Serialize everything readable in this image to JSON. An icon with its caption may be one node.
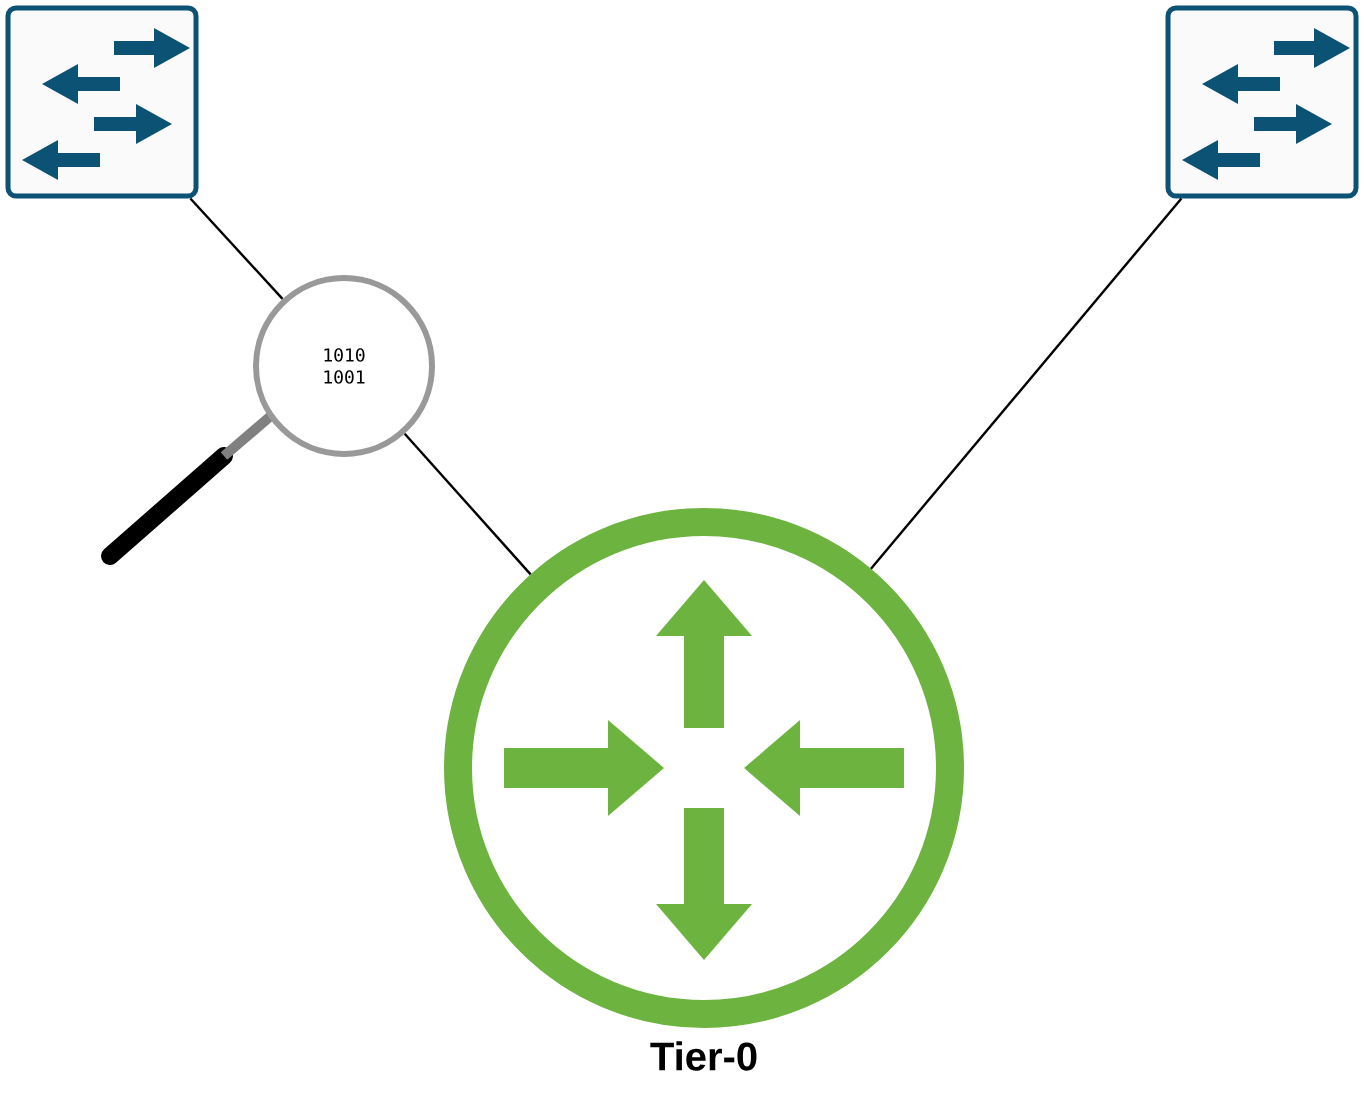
{
  "diagram": {
    "nodes": [
      {
        "text": [],
        "shape": "box"
      },
      {
        "text": [],
        "shape": "box"
      },
      {
        "text": [
          "1010 1001"
        ]
      },
      {
        "text": [
          "Tier-0"
        ]
      }
    ],
    "edges": [
      {
        "from": 0,
        "to": 2,
        "arrow": "none"
      },
      {
        "from": 2,
        "to": 3,
        "arrow": "none"
      },
      {
        "from": 1,
        "to": 3,
        "arrow": "none"
      }
    ]
  }
}
